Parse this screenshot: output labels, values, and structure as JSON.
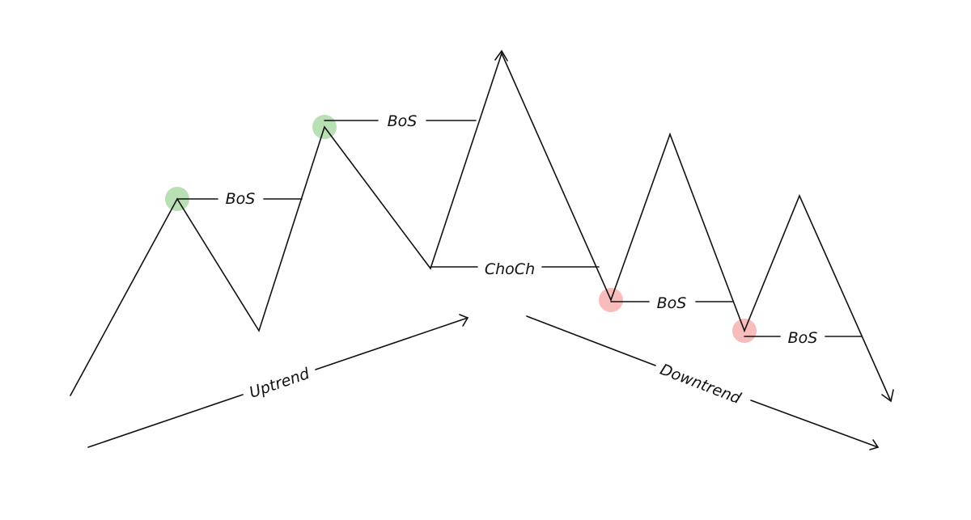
{
  "labels": {
    "bos": "BoS",
    "choch": "ChoCh",
    "uptrend": "Uptrend",
    "downtrend": "Downtrend"
  },
  "colors": {
    "swing_high_marker": "#b9dfb4",
    "swing_low_marker": "#f8bcbc",
    "line": "#111111",
    "background": "#ffffff"
  }
}
